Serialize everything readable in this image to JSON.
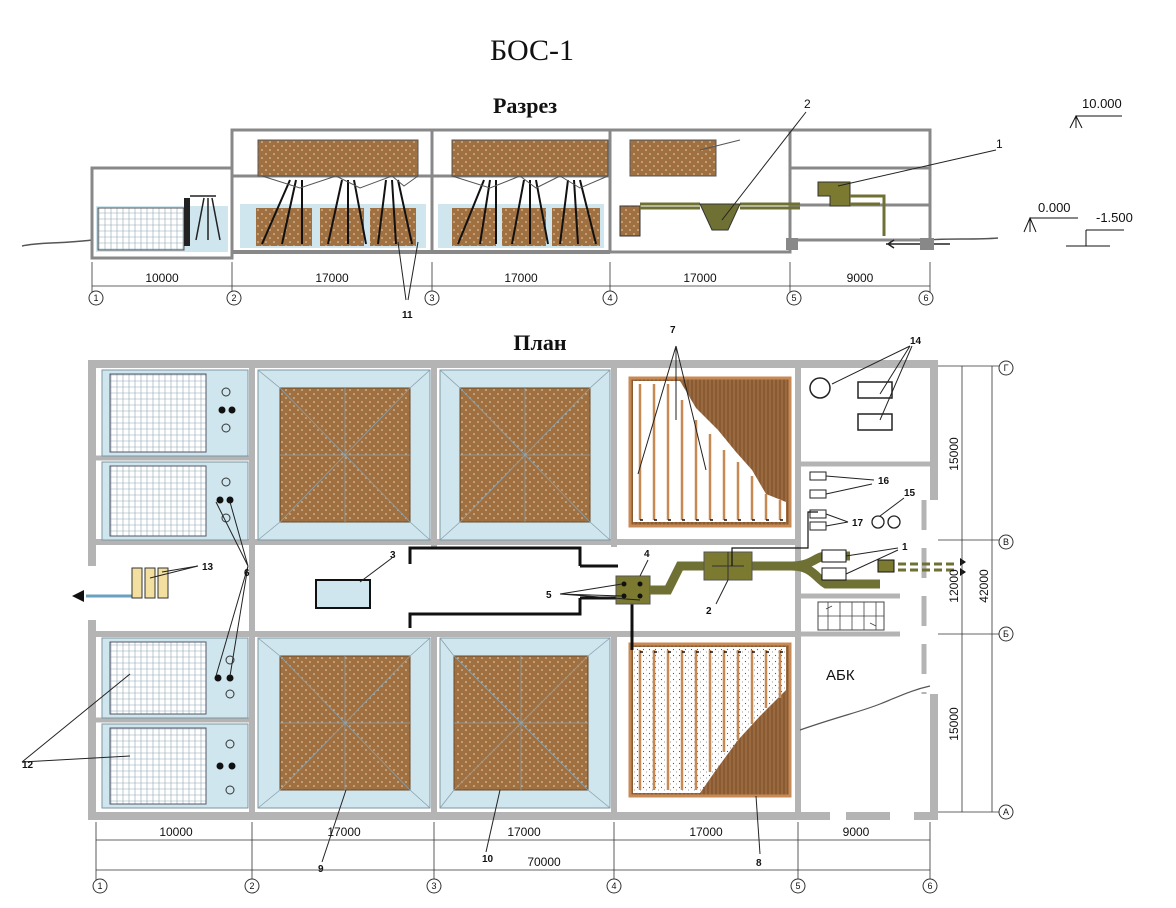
{
  "title": "БОС-1",
  "section_heading": "Разрез",
  "plan_heading": "План",
  "elevations": [
    "10.000",
    "0.000",
    "-1.500"
  ],
  "section_dims": [
    "10000",
    "17000",
    "17000",
    "17000",
    "9000"
  ],
  "plan_dims": [
    "10000",
    "17000",
    "17000",
    "17000",
    "9000"
  ],
  "plan_total": "70000",
  "axes_columns": [
    "1",
    "2",
    "3",
    "4",
    "5",
    "6"
  ],
  "axes_rows": [
    "Г",
    "В",
    "Б",
    "А"
  ],
  "vertical_dims": [
    "15000",
    "12000",
    "15000"
  ],
  "vertical_total": "42000",
  "abk_label": "АБК",
  "callouts": {
    "c1": "1",
    "c2": "2",
    "c3": "3",
    "c4": "4",
    "c5": "5",
    "c6": "6",
    "c7": "7",
    "c8": "8",
    "c9": "9",
    "c10": "10",
    "c11": "11",
    "c12": "12",
    "c13": "13",
    "c14": "14",
    "c15": "15",
    "c16": "16",
    "c17": "17"
  },
  "colors": {
    "wall": "#b4b4b4",
    "water": "#cfe6ef",
    "filter": "#9a6a3f",
    "pipe": "#6f7033",
    "frame": "#c88a55"
  }
}
